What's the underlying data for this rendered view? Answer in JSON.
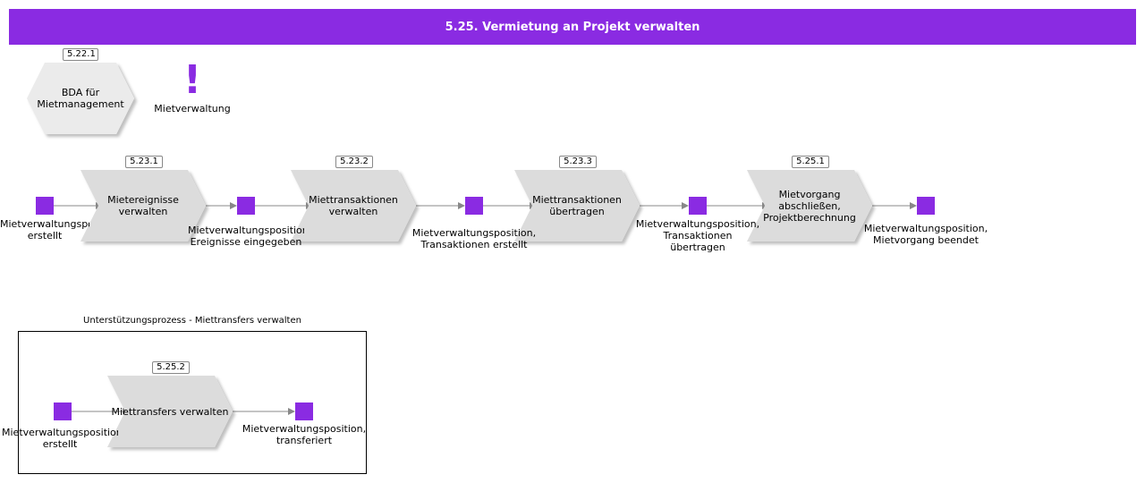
{
  "header": {
    "title": "5.25. Vermietung an Projekt verwalten"
  },
  "context": {
    "scenario": {
      "ref": "5.22.1",
      "label": "BDA für\nMietmanagement"
    },
    "trigger": {
      "symbol": "!",
      "label": "Mietverwaltung"
    }
  },
  "main_flow": {
    "events": [
      {
        "label": "Mietverwaltungsposition,\nerstellt"
      },
      {
        "label": "Mietverwaltungsposition,\nEreignisse eingegeben"
      },
      {
        "label": "Mietverwaltungsposition,\nTransaktionen erstellt"
      },
      {
        "label": "Mietverwaltungsposition,\nTransaktionen\nübertragen"
      },
      {
        "label": "Mietverwaltungsposition,\nMietvorgang beendet"
      }
    ],
    "processes": [
      {
        "ref": "5.23.1",
        "label": "Mietereignisse\nverwalten"
      },
      {
        "ref": "5.23.2",
        "label": "Miettransaktionen\nverwalten"
      },
      {
        "ref": "5.23.3",
        "label": "Miettransaktionen\nübertragen"
      },
      {
        "ref": "5.25.1",
        "label": "Mietvorgang\nabschließen,\nProjektberechnung"
      }
    ]
  },
  "support": {
    "title": "Unterstützungsprozess - Miettransfers verwalten",
    "events": [
      {
        "label": "Mietverwaltungsposition,\nerstellt"
      },
      {
        "label": "Mietverwaltungsposition,\ntransferiert"
      }
    ],
    "process": {
      "ref": "5.25.2",
      "label": "Miettransfers verwalten"
    }
  },
  "colors": {
    "accent": "#8a2be2",
    "shape_fill": "#dcdcdc",
    "scenario_fill": "#ebebeb",
    "connector": "#888888"
  }
}
